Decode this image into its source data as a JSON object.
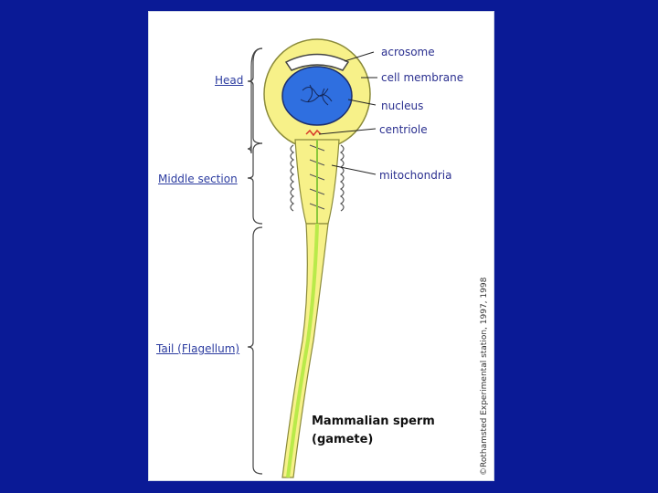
{
  "background_color": "#0a1a96",
  "cell_color": "#f7f189",
  "nucleus_color": "#2f6fe0",
  "tail_highlight_color": "#b9ea4a",
  "parts": {
    "acrosome": "acrosome",
    "cell_membrane": "cell membrane",
    "nucleus": "nucleus",
    "centriole": "centriole",
    "mitochondria": "mitochondria"
  },
  "sections": {
    "head": "Head",
    "middle": "Middle section",
    "tail": "Tail (Flagellum)"
  },
  "caption": {
    "line1": "Mammalian sperm",
    "line2": "(gamete)"
  },
  "credit": "©Rothamsted Experimental station, 1997, 1998"
}
